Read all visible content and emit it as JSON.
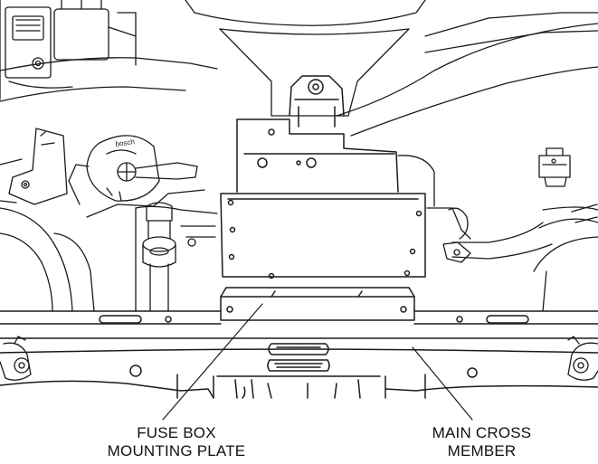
{
  "callouts": {
    "fuse_box": {
      "line1": "FUSE BOX",
      "line2": "MOUNTING PLATE"
    },
    "cross_member": {
      "line1": "MAIN CROSS",
      "line2": "MEMBER"
    }
  },
  "device_label": "bosch"
}
